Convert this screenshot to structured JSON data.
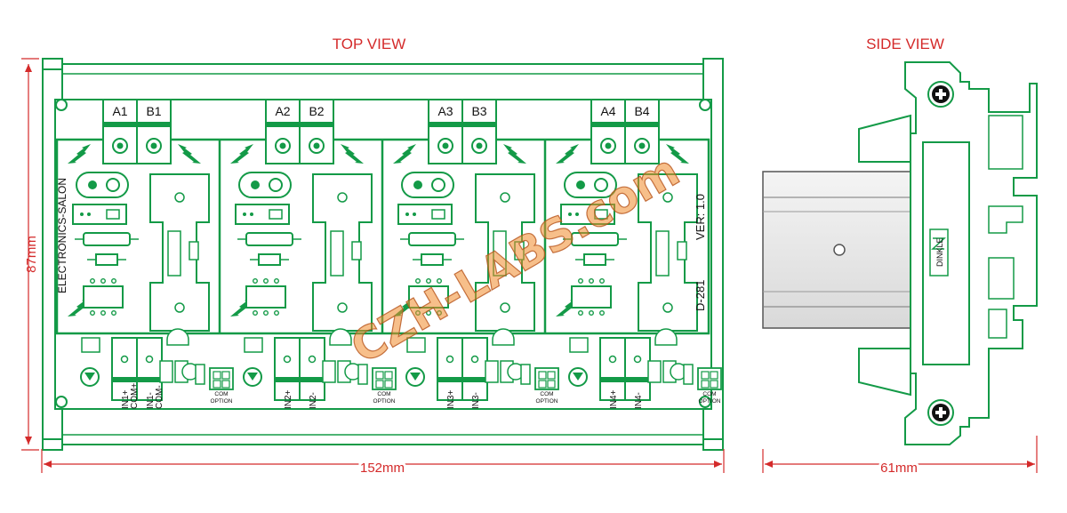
{
  "views": {
    "top_title": "TOP VIEW",
    "side_title": "SIDE VIEW"
  },
  "dimensions": {
    "height": "87mm",
    "width": "152mm",
    "depth": "61mm"
  },
  "channels": [
    {
      "out_a": "A1",
      "out_b": "B1",
      "in_plus": "IN1+",
      "in_minus": "IN1-",
      "com_plus": "COM+",
      "com_minus": "COM-",
      "has_com": true
    },
    {
      "out_a": "A2",
      "out_b": "B2",
      "in_plus": "IN2+",
      "in_minus": "IN2-",
      "has_com": false
    },
    {
      "out_a": "A3",
      "out_b": "B3",
      "in_plus": "IN3+",
      "in_minus": "IN3-",
      "has_com": false
    },
    {
      "out_a": "A4",
      "out_b": "B4",
      "in_plus": "IN4+",
      "in_minus": "IN4-",
      "has_com": false
    }
  ],
  "com_option": {
    "line1": "COM",
    "line2": "OPTION"
  },
  "board_text": {
    "maker": "ELECTRONICS-SALON",
    "version": "VER: 1.0",
    "model": "D-281"
  },
  "side_brand": "DINKLE",
  "watermark": "CZH-LABS.com",
  "colors": {
    "pcb": "#139a47",
    "pcb_fill": "#ffffff",
    "dimension": "#d42a2a",
    "rail": "#e8e8e8",
    "rail_stroke": "#555555",
    "watermark": "#f08a2a"
  }
}
